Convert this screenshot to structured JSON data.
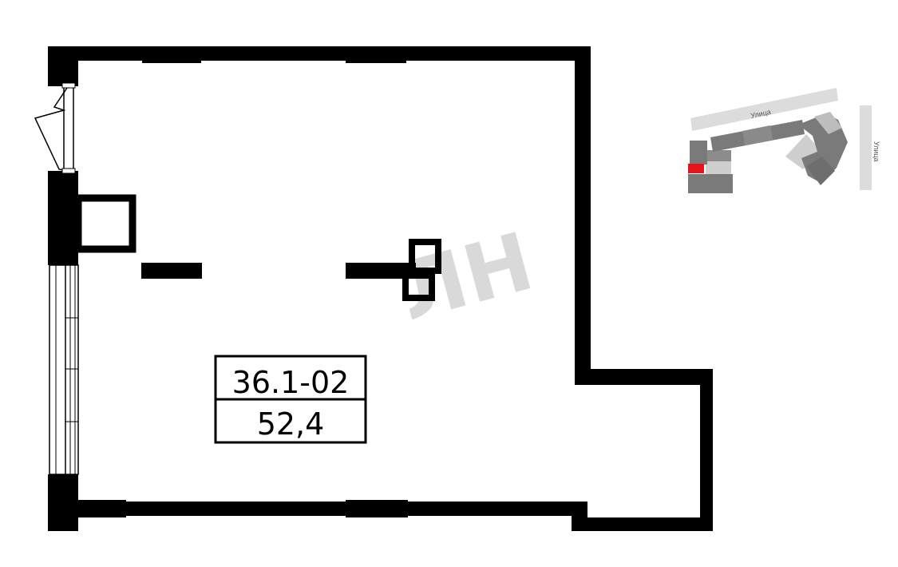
{
  "unit": {
    "id": "36.1-02",
    "area": "52,4"
  },
  "watermark": "ЛН",
  "site_plan": {
    "street_top": "Улица",
    "street_right": "Улица",
    "highlight_color": "#e8141b",
    "building_color": "#7a7a7a",
    "courtyard_color": "#cfcfcf",
    "street_color": "#dcdcdc"
  }
}
